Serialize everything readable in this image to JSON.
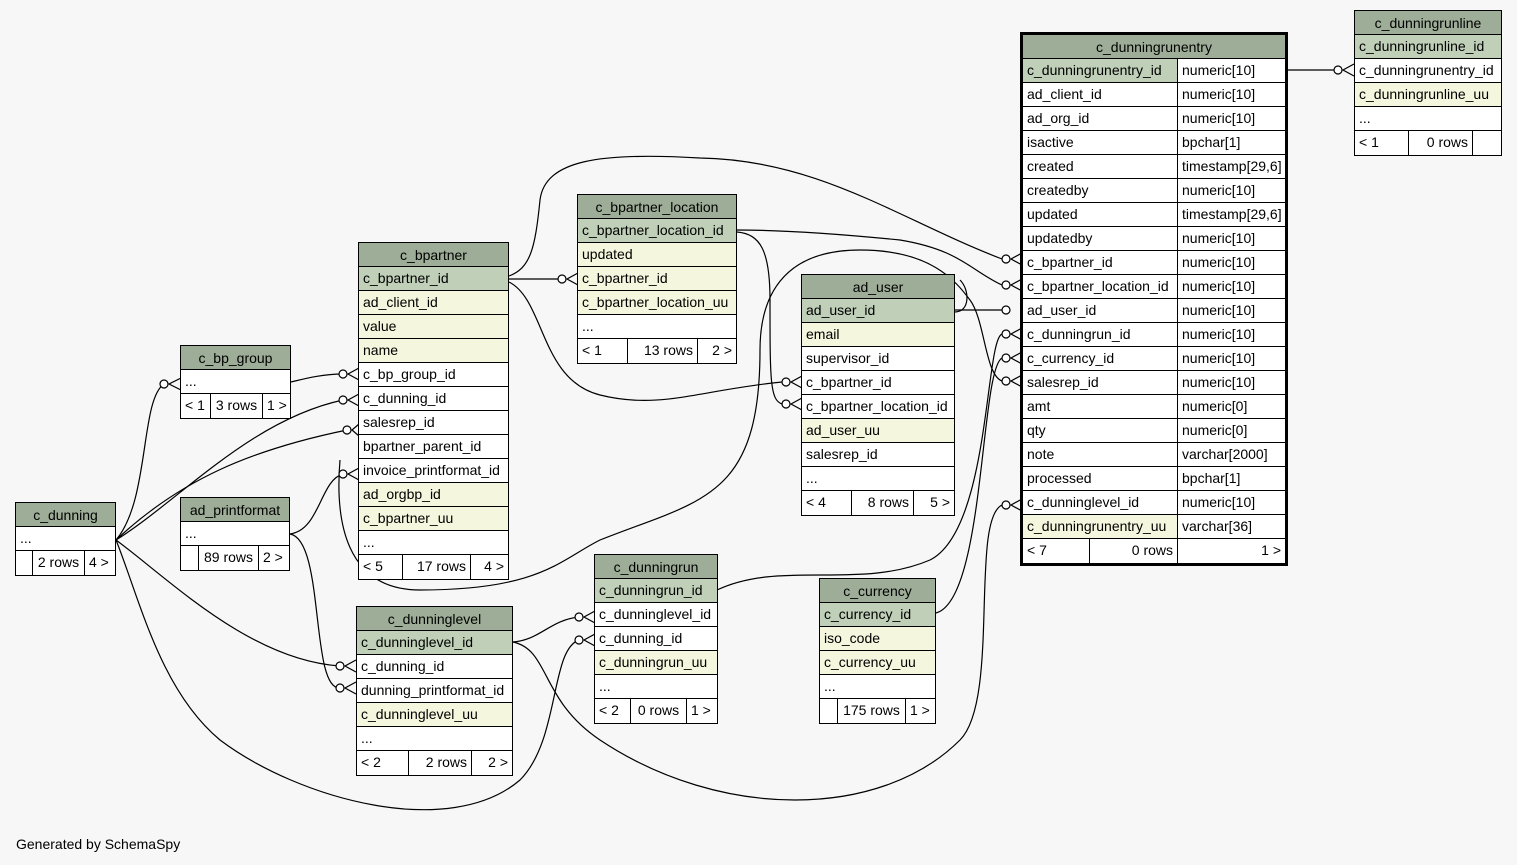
{
  "footer_text": "Generated by SchemaSpy",
  "tables": {
    "c_dunningrunline": {
      "name": "c_dunningrunline",
      "rows": [
        "c_dunningrunline_id",
        "c_dunningrunentry_id",
        "c_dunningrunline_uu",
        "..."
      ],
      "footer": [
        "< 1",
        "0 rows",
        ""
      ]
    },
    "c_dunningrunentry": {
      "name": "c_dunningrunentry",
      "rows": [
        [
          "c_dunningrunentry_id",
          "numeric[10]"
        ],
        [
          "ad_client_id",
          "numeric[10]"
        ],
        [
          "ad_org_id",
          "numeric[10]"
        ],
        [
          "isactive",
          "bpchar[1]"
        ],
        [
          "created",
          "timestamp[29,6]"
        ],
        [
          "createdby",
          "numeric[10]"
        ],
        [
          "updated",
          "timestamp[29,6]"
        ],
        [
          "updatedby",
          "numeric[10]"
        ],
        [
          "c_bpartner_id",
          "numeric[10]"
        ],
        [
          "c_bpartner_location_id",
          "numeric[10]"
        ],
        [
          "ad_user_id",
          "numeric[10]"
        ],
        [
          "c_dunningrun_id",
          "numeric[10]"
        ],
        [
          "c_currency_id",
          "numeric[10]"
        ],
        [
          "salesrep_id",
          "numeric[10]"
        ],
        [
          "amt",
          "numeric[0]"
        ],
        [
          "qty",
          "numeric[0]"
        ],
        [
          "note",
          "varchar[2000]"
        ],
        [
          "processed",
          "bpchar[1]"
        ],
        [
          "c_dunninglevel_id",
          "numeric[10]"
        ],
        [
          "c_dunningrunentry_uu",
          "varchar[36]"
        ]
      ],
      "footer": [
        "< 7",
        "0 rows",
        "1 >"
      ]
    },
    "c_bpartner_location": {
      "name": "c_bpartner_location",
      "rows": [
        "c_bpartner_location_id",
        "updated",
        "c_bpartner_id",
        "c_bpartner_location_uu",
        "..."
      ],
      "footer": [
        "< 1",
        "13 rows",
        "2 >"
      ]
    },
    "c_bpartner": {
      "name": "c_bpartner",
      "rows": [
        "c_bpartner_id",
        "ad_client_id",
        "value",
        "name",
        "c_bp_group_id",
        "c_dunning_id",
        "salesrep_id",
        "bpartner_parent_id",
        "invoice_printformat_id",
        "ad_orgbp_id",
        "c_bpartner_uu",
        "..."
      ],
      "footer": [
        "< 5",
        "17 rows",
        "4 >"
      ]
    },
    "ad_user": {
      "name": "ad_user",
      "rows": [
        "ad_user_id",
        "email",
        "supervisor_id",
        "c_bpartner_id",
        "c_bpartner_location_id",
        "ad_user_uu",
        "salesrep_id",
        "..."
      ],
      "footer": [
        "< 4",
        "8 rows",
        "5 >"
      ]
    },
    "c_bp_group": {
      "name": "c_bp_group",
      "rows": [
        "..."
      ],
      "footer": [
        "< 1",
        "3 rows",
        "1 >"
      ]
    },
    "c_dunning": {
      "name": "c_dunning",
      "rows": [
        "..."
      ],
      "footer": [
        "",
        "2 rows",
        "4 >"
      ]
    },
    "ad_printformat": {
      "name": "ad_printformat",
      "rows": [
        "..."
      ],
      "footer": [
        "",
        "89 rows",
        "2 >"
      ]
    },
    "c_dunningrun": {
      "name": "c_dunningrun",
      "rows": [
        "c_dunningrun_id",
        "c_dunninglevel_id",
        "c_dunning_id",
        "c_dunningrun_uu",
        "..."
      ],
      "footer": [
        "< 2",
        "0 rows",
        "1 >"
      ]
    },
    "c_currency": {
      "name": "c_currency",
      "rows": [
        "c_currency_id",
        "iso_code",
        "c_currency_uu",
        "..."
      ],
      "footer": [
        "",
        "175 rows",
        "1 >"
      ]
    },
    "c_dunninglevel": {
      "name": "c_dunninglevel",
      "rows": [
        "c_dunninglevel_id",
        "c_dunning_id",
        "dunning_printformat_id",
        "c_dunninglevel_uu",
        "..."
      ],
      "footer": [
        "< 2",
        "2 rows",
        "2 >"
      ]
    }
  }
}
